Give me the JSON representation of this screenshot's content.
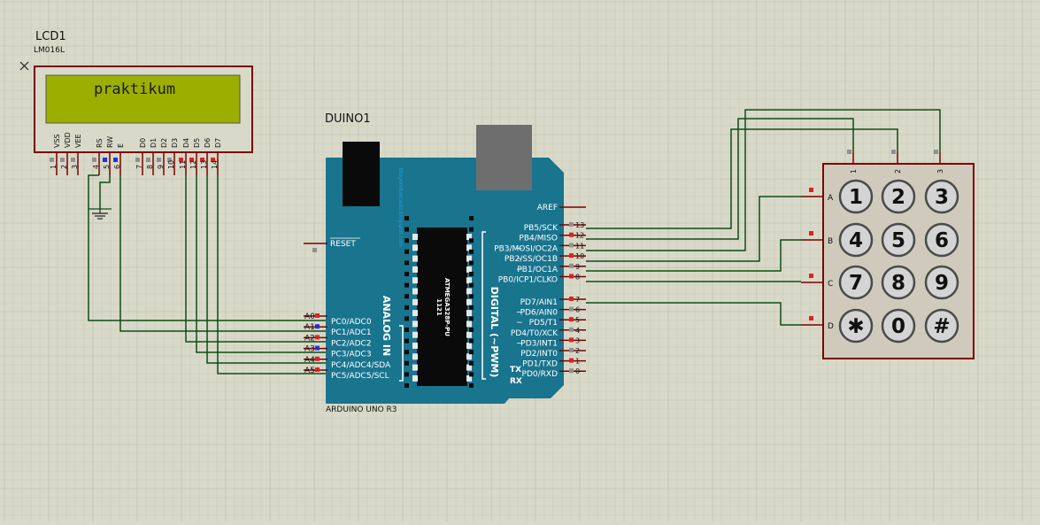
{
  "lcd": {
    "ref": "LCD1",
    "model": "LM016L",
    "display_text": "praktikum",
    "pin_names": [
      "VSS",
      "VDD",
      "VEE",
      "RS",
      "RW",
      "E",
      "D0",
      "D1",
      "D2",
      "D3",
      "D4",
      "D5",
      "D6",
      "D7"
    ],
    "pin_numbers": [
      "1",
      "2",
      "3",
      "4",
      "5",
      "6",
      "7",
      "8",
      "9",
      "10",
      "11",
      "12",
      "13",
      "14"
    ],
    "screen_color": "#9caf00"
  },
  "arduino": {
    "ref": "DUINO1",
    "model": "ARDUINO UNO R3",
    "board_color": "#19748e",
    "chip_label": "ATMEGA328P-PU",
    "chip_code": "1121",
    "blog_text": "blogembarcado.blogspot.com",
    "aref": "AREF",
    "reset": "RESET",
    "analog_title": "ANALOG IN",
    "digital_title": "DIGITAL (~PWM)",
    "tx": "TX",
    "rx": "RX",
    "analog_pins": [
      {
        "ext": "A0",
        "name": "PC0/ADC0"
      },
      {
        "ext": "A1",
        "name": "PC1/ADC1"
      },
      {
        "ext": "A2",
        "name": "PC2/ADC2"
      },
      {
        "ext": "A3",
        "name": "PC3/ADC3"
      },
      {
        "ext": "A4",
        "name": "PC4/ADC4/SDA"
      },
      {
        "ext": "A5",
        "name": "PC5/ADC5/SCL"
      }
    ],
    "digital_pins": [
      {
        "num": "13",
        "name": "PB5/SCK",
        "pwm": false
      },
      {
        "num": "12",
        "name": "PB4/MISO",
        "pwm": false
      },
      {
        "num": "11",
        "name": "PB3/MOSI/OC2A",
        "pwm": true
      },
      {
        "num": "10",
        "name": "PB2/SS/OC1B",
        "pwm": true
      },
      {
        "num": "9",
        "name": "PB1/OC1A",
        "pwm": true
      },
      {
        "num": "8",
        "name": "PB0/ICP1/CLKO",
        "pwm": false
      },
      {
        "num": "7",
        "name": "PD7/AIN1",
        "pwm": false
      },
      {
        "num": "6",
        "name": "PD6/AIN0",
        "pwm": true
      },
      {
        "num": "5",
        "name": "PD5/T1",
        "pwm": true
      },
      {
        "num": "4",
        "name": "PD4/T0/XCK",
        "pwm": false
      },
      {
        "num": "3",
        "name": "PD3/INT1",
        "pwm": true
      },
      {
        "num": "2",
        "name": "PD2/INT0",
        "pwm": false
      },
      {
        "num": "1",
        "name": "PD1/TXD",
        "pwm": false
      },
      {
        "num": "0",
        "name": "PD0/RXD",
        "pwm": false
      }
    ]
  },
  "keypad": {
    "col_labels": [
      "1",
      "2",
      "3"
    ],
    "row_labels": [
      "A",
      "B",
      "C",
      "D"
    ],
    "keys": [
      [
        "1",
        "2",
        "3"
      ],
      [
        "4",
        "5",
        "6"
      ],
      [
        "7",
        "8",
        "9"
      ],
      [
        "✱",
        "0",
        "#"
      ]
    ]
  },
  "colors": {
    "grid_minor": "#c9c9b8",
    "grid_major": "#bdbdab",
    "wire": "#0d4d17",
    "outline": "#7a0000",
    "pin_red": "#e02020",
    "pin_blue": "#2030e0",
    "pin_gray": "#909090"
  }
}
